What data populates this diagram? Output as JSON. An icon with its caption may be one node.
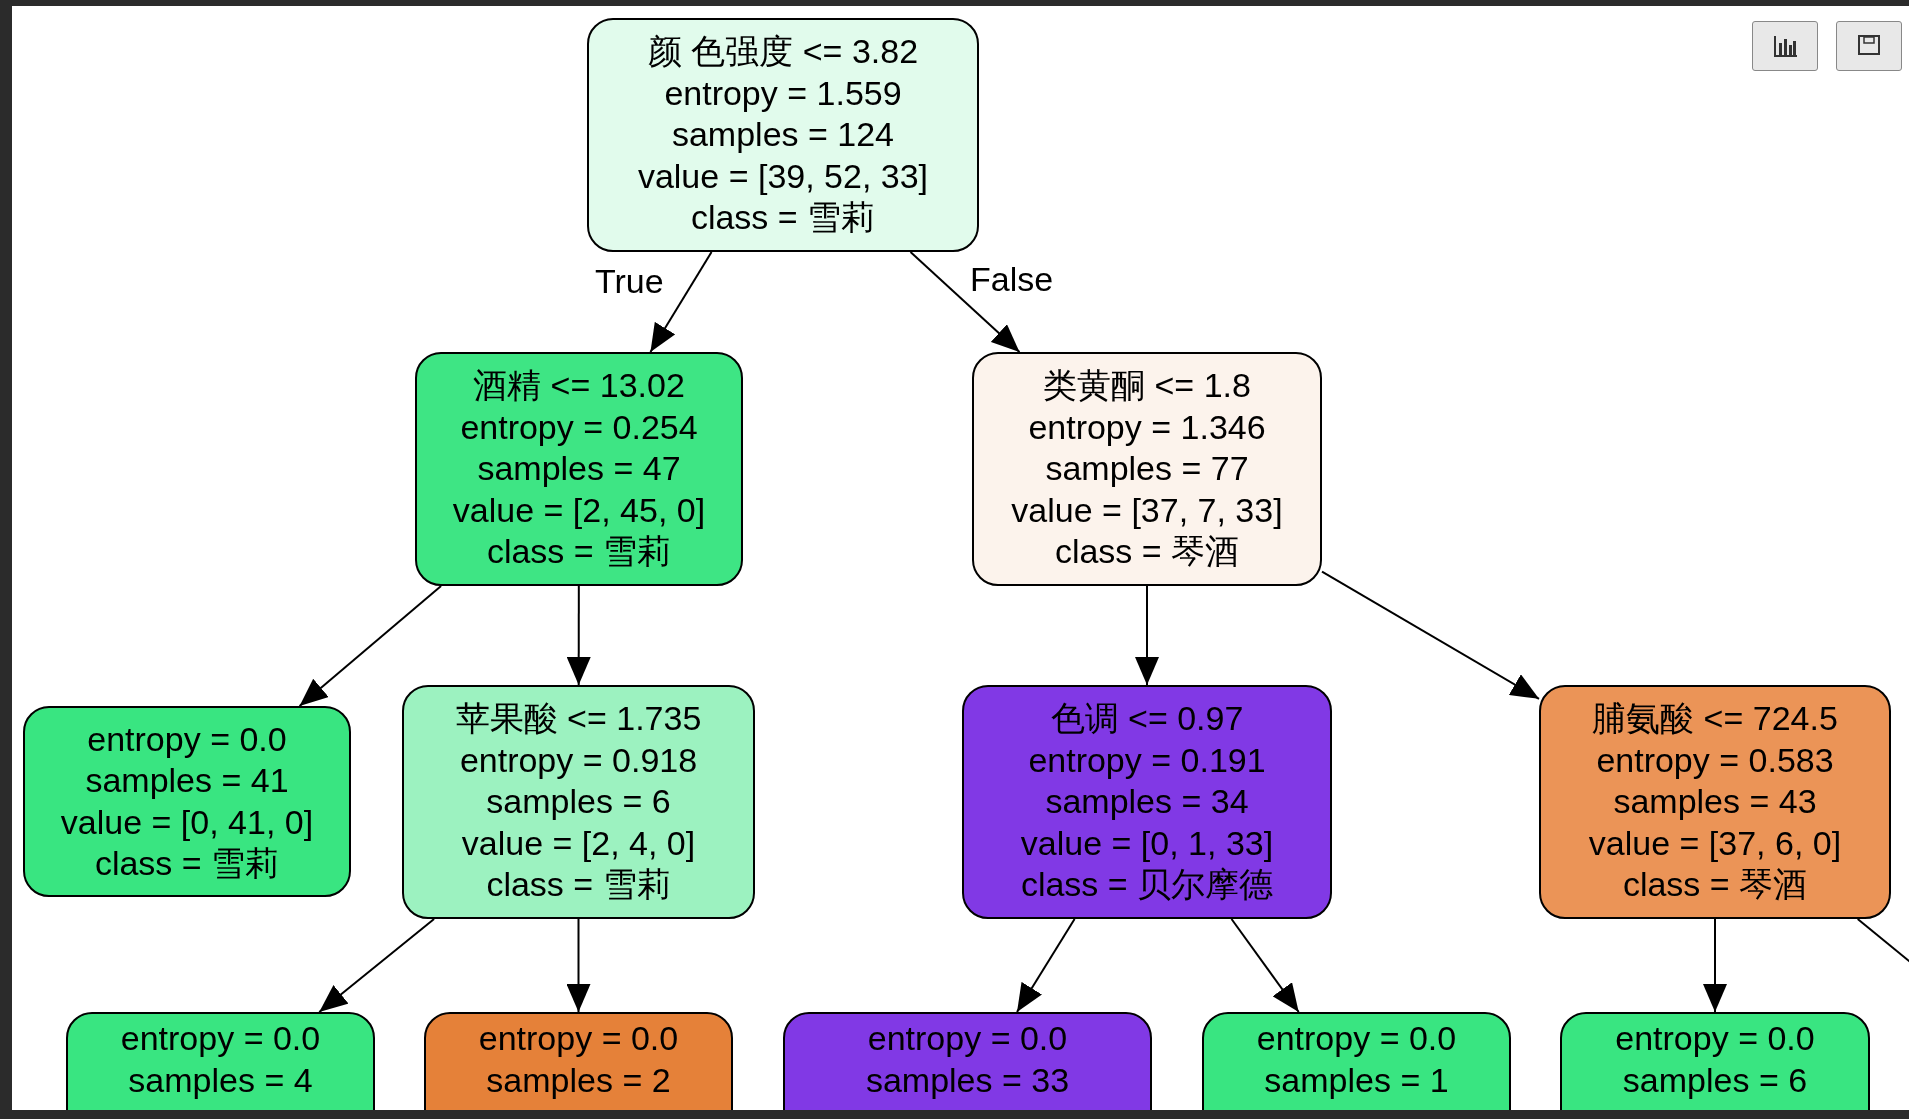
{
  "diagram": {
    "nodes": [
      {
        "text": [
          "颜 色强度 <= 3.82",
          "entropy = 1.559",
          "samples = 124",
          "value = [39, 52, 33]",
          "class = 雪莉"
        ]
      },
      {
        "text": [
          "酒精 <= 13.02",
          "entropy = 0.254",
          "samples = 47",
          "value = [2, 45, 0]",
          "class = 雪莉"
        ]
      },
      {
        "text": [
          "类黄酮 <= 1.8",
          "entropy = 1.346",
          "samples = 77",
          "value = [37, 7, 33]",
          "class = 琴酒"
        ]
      },
      {
        "text": [
          "entropy = 0.0",
          "samples = 41",
          "value = [0, 41, 0]",
          "class = 雪莉"
        ]
      },
      {
        "text": [
          "苹果酸 <= 1.735",
          "entropy = 0.918",
          "samples = 6",
          "value = [2, 4, 0]",
          "class = 雪莉"
        ]
      },
      {
        "text": [
          "色调 <= 0.97",
          "entropy = 0.191",
          "samples = 34",
          "value = [0, 1, 33]",
          "class = 贝尔摩德"
        ]
      },
      {
        "text": [
          "脯氨酸 <= 724.5",
          "entropy = 0.583",
          "samples = 43",
          "value = [37, 6, 0]",
          "class = 琴酒"
        ]
      },
      {
        "text": [
          "entropy = 0.0",
          "samples = 4"
        ]
      },
      {
        "text": [
          "entropy = 0.0",
          "samples = 2"
        ]
      },
      {
        "text": [
          "entropy = 0.0",
          "samples = 33"
        ]
      },
      {
        "text": [
          "entropy = 0.0",
          "samples = 1"
        ]
      },
      {
        "text": [
          "entropy = 0.0",
          "samples = 6"
        ]
      }
    ],
    "edges": [
      {
        "from": 0,
        "to": 1,
        "arrow": "to",
        "label": "True"
      },
      {
        "from": 0,
        "to": 2,
        "arrow": "to",
        "label": "False"
      },
      {
        "from": 1,
        "to": 3,
        "arrow": "to"
      },
      {
        "from": 1,
        "to": 4,
        "arrow": "to"
      },
      {
        "from": 2,
        "to": 5,
        "arrow": "to"
      },
      {
        "from": 2,
        "to": 6,
        "arrow": "to"
      },
      {
        "from": 4,
        "to": 7,
        "arrow": "to"
      },
      {
        "from": 4,
        "to": 8,
        "arrow": "to"
      },
      {
        "from": 5,
        "to": 9,
        "arrow": "to"
      },
      {
        "from": 5,
        "to": 10,
        "arrow": "to"
      },
      {
        "from": 6,
        "to": 11,
        "arrow": "to"
      },
      {
        "from": 6,
        "to": null,
        "arrow": "none"
      }
    ]
  }
}
